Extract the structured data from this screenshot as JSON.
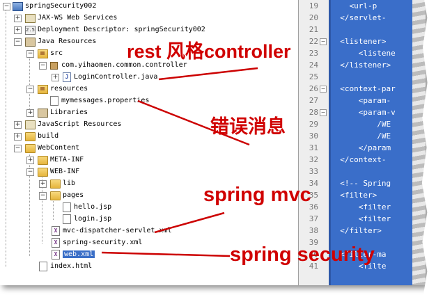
{
  "explorer": {
    "items": [
      {
        "text": "springSecurity002",
        "icon": "project-icon"
      },
      {
        "text": "JAX-WS Web Services",
        "icon": "web-services-icon"
      },
      {
        "text": "Deployment Descriptor: springSecurity002",
        "icon": "deployment-descriptor-icon"
      },
      {
        "text": "Java Resources",
        "icon": "java-resources-icon"
      },
      {
        "text": "src",
        "icon": "source-folder-icon"
      },
      {
        "text": "com.yihaomen.common.controller",
        "icon": "package-icon"
      },
      {
        "text": "LoginController.java",
        "icon": "java-file-icon"
      },
      {
        "text": "resources",
        "icon": "source-folder-icon"
      },
      {
        "text": "mymessages.properties",
        "icon": "properties-file-icon"
      },
      {
        "text": "Libraries",
        "icon": "libraries-icon"
      },
      {
        "text": "JavaScript Resources",
        "icon": "javascript-resources-icon"
      },
      {
        "text": "build",
        "icon": "folder-icon"
      },
      {
        "text": "WebContent",
        "icon": "folder-icon"
      },
      {
        "text": "META-INF",
        "icon": "folder-icon"
      },
      {
        "text": "WEB-INF",
        "icon": "folder-icon"
      },
      {
        "text": "lib",
        "icon": "folder-icon"
      },
      {
        "text": "pages",
        "icon": "folder-icon"
      },
      {
        "text": "hello.jsp",
        "icon": "jsp-file-icon"
      },
      {
        "text": "login.jsp",
        "icon": "jsp-file-icon"
      },
      {
        "text": "mvc-dispatcher-servlet.xml",
        "icon": "xml-file-icon"
      },
      {
        "text": "spring-security.xml",
        "icon": "xml-file-icon"
      },
      {
        "text": "web.xml",
        "icon": "xml-file-icon",
        "selected": true
      },
      {
        "text": "index.html",
        "icon": "html-file-icon"
      }
    ]
  },
  "editor": {
    "line_numbers": [
      "19",
      "20",
      "21",
      "22",
      "23",
      "24",
      "25",
      "26",
      "27",
      "28",
      "29",
      "30",
      "31",
      "32",
      "33",
      "34",
      "35",
      "36",
      "37",
      "38",
      "39",
      "40",
      "41"
    ],
    "lines": [
      "    <url-p",
      "  </servlet-",
      "",
      "  <listener>",
      "      <listene",
      "  </listener>",
      "",
      "  <context-par",
      "      <param-",
      "      <param-v",
      "          /WE",
      "          /WE",
      "      </param",
      "  </context-",
      "",
      "  <!-- Spring",
      "  <filter>",
      "      <filter",
      "      <filter",
      "  </filter>",
      "",
      "  <filter-ma",
      "      <filte"
    ]
  },
  "annotations": {
    "rest": "rest 风格controller",
    "errors": "错误消息",
    "spring_mvc": "spring mvc",
    "spring_security": "spring security"
  },
  "colors": {
    "annotation": "#d00000",
    "selection": "#3b6fc7",
    "editor_selection": "#3a6ec9"
  }
}
